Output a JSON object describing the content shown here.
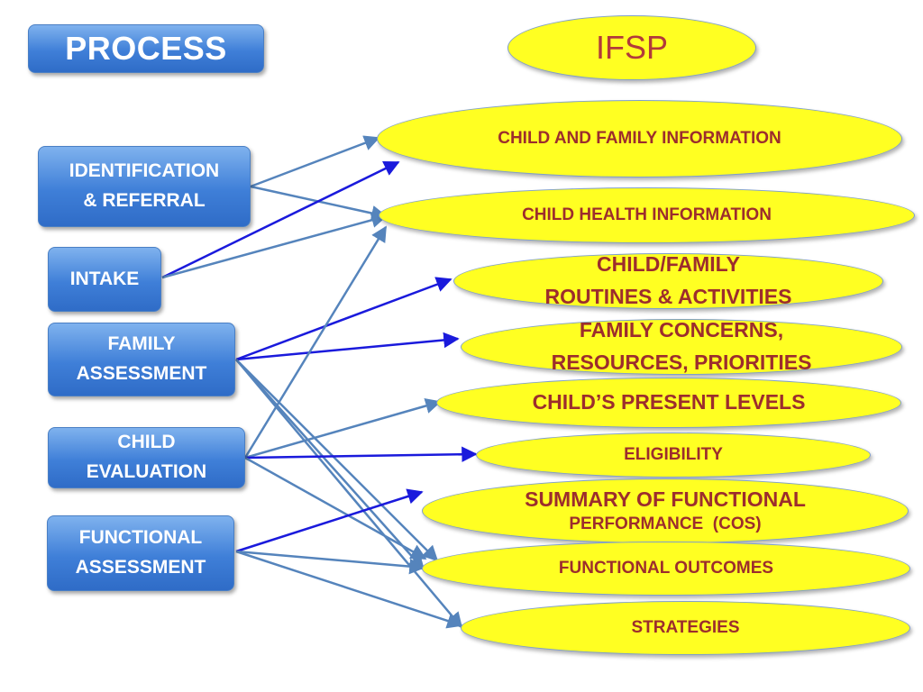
{
  "process_title": "PROCESS",
  "ifsp_title": "IFSP",
  "process_steps": [
    {
      "line1": "IDENTIFICATION",
      "line2": "& REFERRAL"
    },
    {
      "line1": "INTAKE",
      "line2": ""
    },
    {
      "line1": "FAMILY",
      "line2": "ASSESSMENT"
    },
    {
      "line1": "CHILD",
      "line2": "EVALUATION"
    },
    {
      "line1": "FUNCTIONAL",
      "line2": "ASSESSMENT"
    }
  ],
  "ifsp_items": [
    {
      "line1": "CHILD AND FAMILY INFORMATION",
      "line2": ""
    },
    {
      "line1": "CHILD HEALTH INFORMATION",
      "line2": ""
    },
    {
      "line1": "CHILD/FAMILY",
      "line2": "ROUTINES & ACTIVITIES"
    },
    {
      "line1": "FAMILY CONCERNS,",
      "line2": "RESOURCES, PRIORITIES"
    },
    {
      "line1": "CHILD’S PRESENT LEVELS",
      "line2": ""
    },
    {
      "line1": "ELIGIBILITY",
      "line2": ""
    },
    {
      "line1": "SUMMARY OF FUNCTIONAL",
      "line2": "PERFORMANCE  (COS)"
    },
    {
      "line1": "FUNCTIONAL OUTCOMES",
      "line2": ""
    },
    {
      "line1": "STRATEGIES",
      "line2": ""
    }
  ],
  "colors": {
    "box_blue": "#3f7fd8",
    "ellipse_yellow": "#ffff22",
    "ellipse_text": "#9c2d2d",
    "arrow_bright": "#1a1adc",
    "arrow_steel": "#5584bc"
  }
}
